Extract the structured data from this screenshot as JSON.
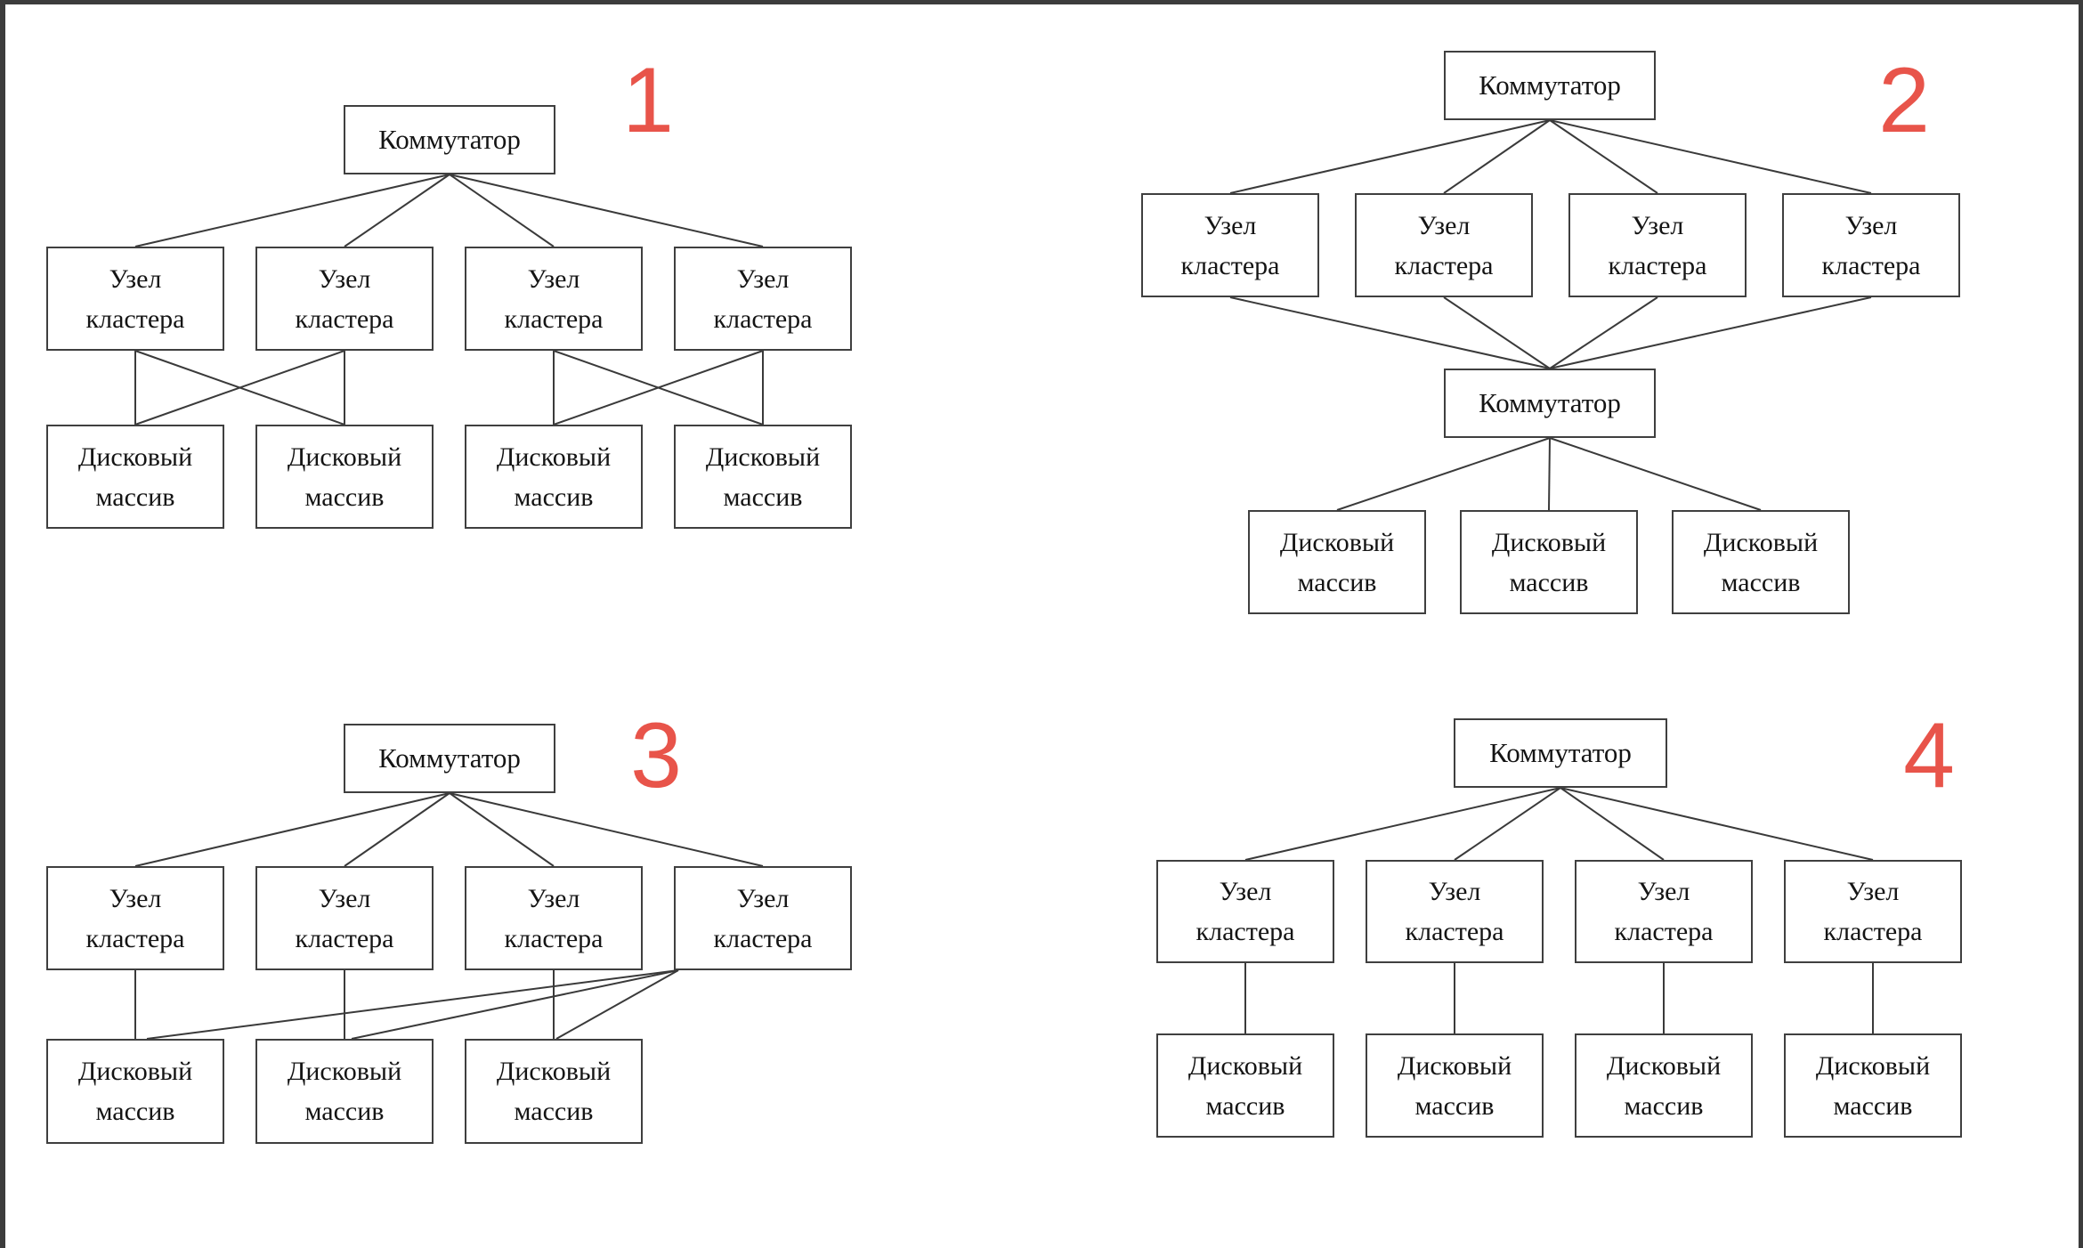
{
  "frame": {
    "border_color": "#3c3c3c"
  },
  "accent_red": "#e8544a",
  "diagrams": [
    {
      "number": "1",
      "switch_label": "Коммутатор",
      "node_labels": [
        "Узел\nкластера",
        "Узел\nкластера",
        "Узел\nкластера",
        "Узел\nкластера"
      ],
      "disk_labels": [
        "Дисковый\nмассив",
        "Дисковый\nмассив",
        "Дисковый\nмассив",
        "Дисковый\nмассив"
      ]
    },
    {
      "number": "2",
      "switch_top_label": "Коммутатор",
      "switch_bottom_label": "Коммутатор",
      "node_labels": [
        "Узел\nкластера",
        "Узел\nкластера",
        "Узел\nкластера",
        "Узел\nкластера"
      ],
      "disk_labels": [
        "Дисковый\nмассив",
        "Дисковый\nмассив",
        "Дисковый\nмассив"
      ]
    },
    {
      "number": "3",
      "switch_label": "Коммутатор",
      "node_labels": [
        "Узел\nкластера",
        "Узел\nкластера",
        "Узел\nкластера",
        "Узел\nкластера"
      ],
      "disk_labels": [
        "Дисковый\nмассив",
        "Дисковый\nмассив",
        "Дисковый\nмассив"
      ]
    },
    {
      "number": "4",
      "switch_label": "Коммутатор",
      "node_labels": [
        "Узел\nкластера",
        "Узел\nкластера",
        "Узел\nкластера",
        "Узел\nкластера"
      ],
      "disk_labels": [
        "Дисковый\nмассив",
        "Дисковый\nмассив",
        "Дисковый\nмассив",
        "Дисковый\nмассив"
      ]
    }
  ]
}
